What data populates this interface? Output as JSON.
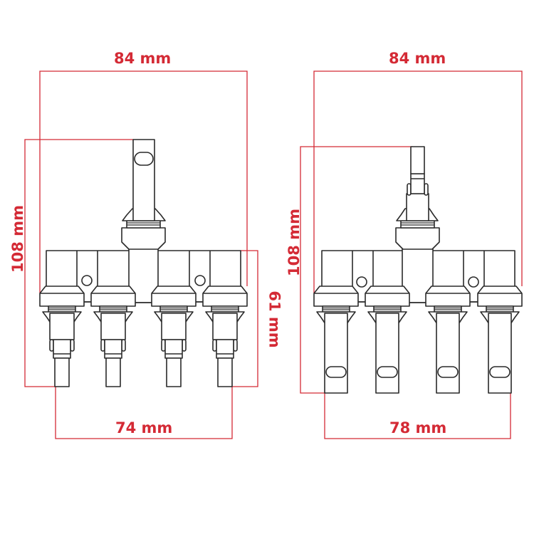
{
  "diagram": {
    "colors": {
      "dimension": "#D42A35",
      "outline": "#2a2a2a",
      "background": "#ffffff"
    },
    "left_view": {
      "name": "branch-connector-male-outputs",
      "total_width_label": "84 mm",
      "total_height_label": "108 mm",
      "output_height_label": "61 mm",
      "output_span_label": "74 mm",
      "output_count": 4
    },
    "right_view": {
      "name": "branch-connector-female-outputs",
      "total_width_label": "84 mm",
      "total_height_label": "108 mm",
      "output_span_label": "78 mm",
      "output_count": 4
    }
  }
}
